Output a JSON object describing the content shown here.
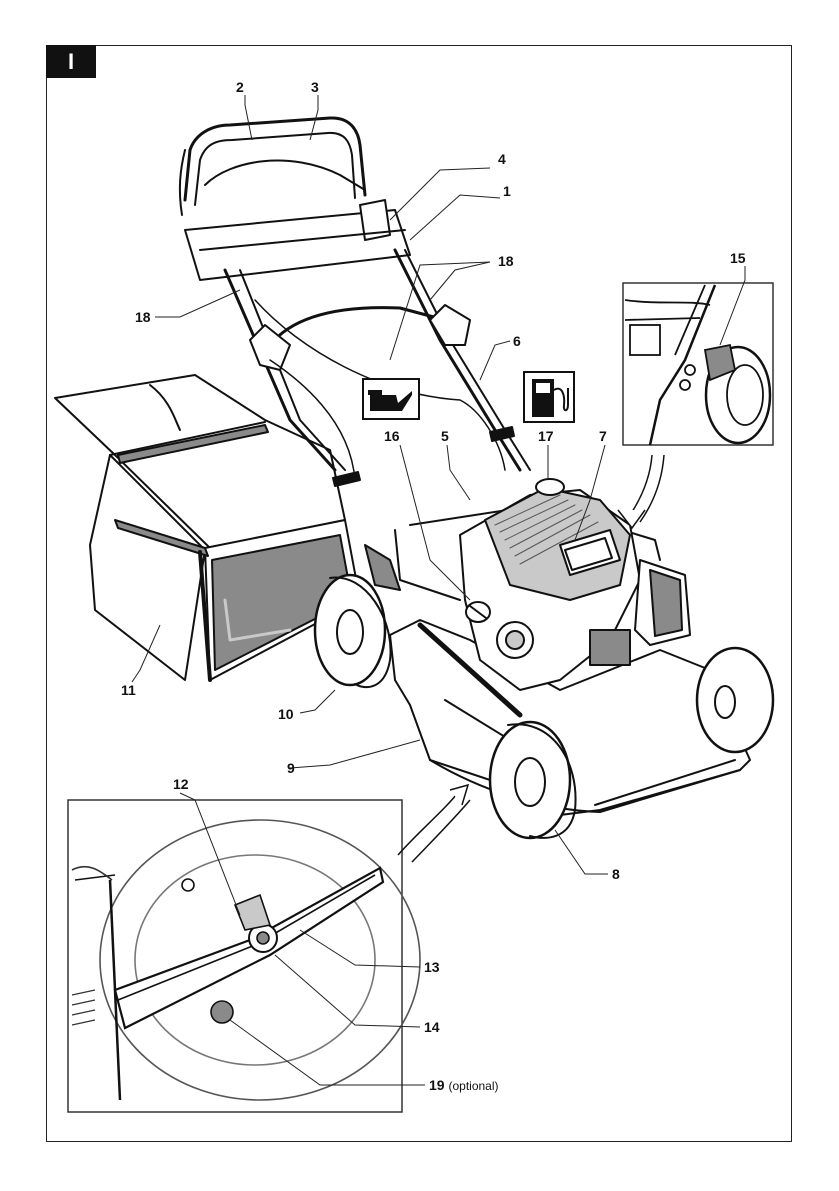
{
  "section": {
    "label": "I"
  },
  "colors": {
    "line": "#111111",
    "shade": "#8a8a8a",
    "light_shade": "#c9c9c9",
    "background": "#ffffff"
  },
  "symbols": [
    {
      "number": "16",
      "icon": "oil-can-icon"
    },
    {
      "number": "17",
      "icon": "fuel-pump-icon"
    }
  ],
  "callouts": [
    {
      "number": "1"
    },
    {
      "number": "2"
    },
    {
      "number": "3"
    },
    {
      "number": "4"
    },
    {
      "number": "5"
    },
    {
      "number": "6"
    },
    {
      "number": "7"
    },
    {
      "number": "8"
    },
    {
      "number": "9"
    },
    {
      "number": "10"
    },
    {
      "number": "11"
    },
    {
      "number": "12"
    },
    {
      "number": "13"
    },
    {
      "number": "14"
    },
    {
      "number": "15"
    },
    {
      "number": "16"
    },
    {
      "number": "17"
    },
    {
      "number": "18"
    },
    {
      "number": "18"
    },
    {
      "number": "19",
      "note": "(optional)"
    }
  ]
}
